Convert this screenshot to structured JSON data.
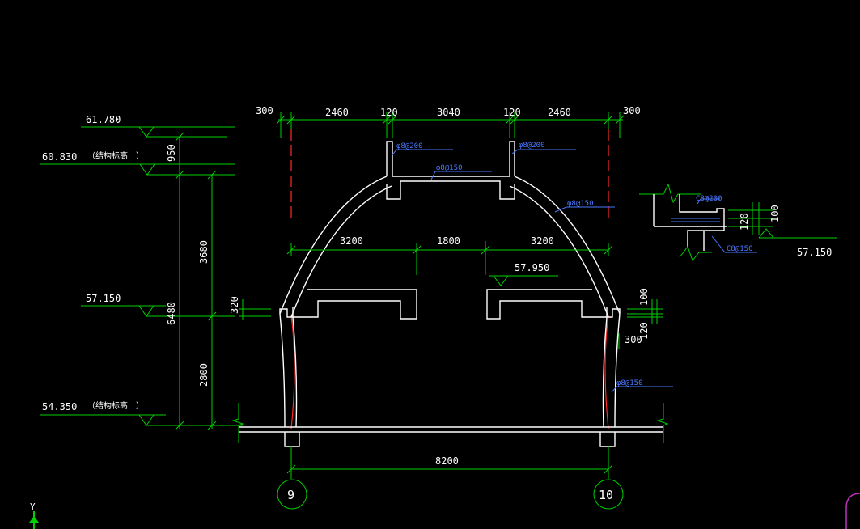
{
  "top_dims": [
    "300",
    "2460",
    "120",
    "3040",
    "120",
    "2460",
    "300"
  ],
  "elevations": {
    "e61780": "61.780",
    "e60830": "60.830",
    "e57150": "57.150",
    "e54350": "54.350",
    "e57950": "57.950",
    "e57150_detail": "57.150"
  },
  "elevation_notes": {
    "n1": "（结构标高　）",
    "n2": "（结构标高　）"
  },
  "vertical_dims": {
    "d950": "950",
    "d3680": "3680",
    "d6480": "6480",
    "d2800": "2800",
    "d320": "320"
  },
  "mid_dims": {
    "a": "3200",
    "b": "1800",
    "c": "3200"
  },
  "right_small_dims": {
    "d100": "100",
    "d300": "300",
    "d120": "120"
  },
  "bottom_dim": "8200",
  "axes": {
    "left": "9",
    "right": "10"
  },
  "rebar_labels": {
    "r1": "φ8@200",
    "r2": "φ8@200",
    "r3": "φ8@150",
    "r4": "φ8@150",
    "r5": "φ8@150",
    "detail_top": "C8@200",
    "detail_bottom": "C8@150"
  },
  "detail_dims": {
    "d120": "120",
    "d100": "100"
  },
  "ucs": {
    "y_label": "Y"
  },
  "colors": {
    "background": "#000000",
    "dim": "#00d000",
    "outline": "#ffffff",
    "rebar": "#4a78ff",
    "axis_line": "#ff2a2a"
  }
}
